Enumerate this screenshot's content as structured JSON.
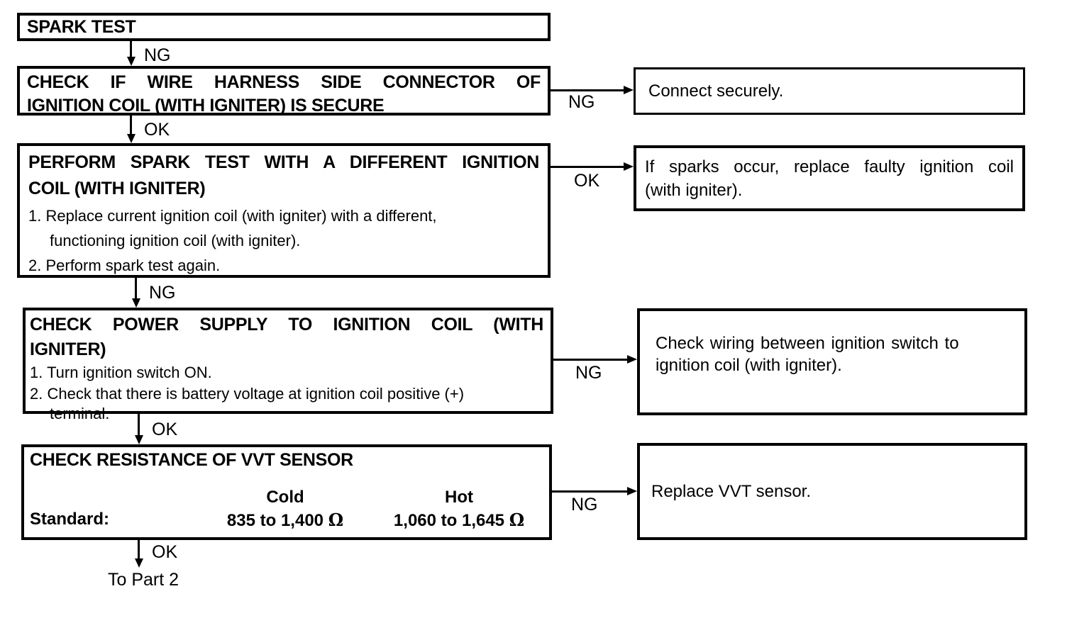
{
  "colors": {
    "line": "#000000",
    "background": "#ffffff",
    "text": "#000000"
  },
  "flowchart": {
    "nodes": {
      "spark_test": {
        "title": "SPARK TEST"
      },
      "check_connector": {
        "title1": "CHECK IF WIRE HARNESS SIDE CONNECTOR OF",
        "title2": "IGNITION COIL (WITH IGNITER) IS SECURE"
      },
      "connect_securely": {
        "text": "Connect securely."
      },
      "perform_spark_test": {
        "title1": "PERFORM SPARK TEST WITH A DIFFERENT IGNITION",
        "title2": "COIL (WITH IGNITER)",
        "step1a": "1. Replace current ignition coil (with igniter) with a different,",
        "step1b": "functioning ignition coil (with igniter).",
        "step2": "2. Perform spark test again."
      },
      "replace_faulty_coil": {
        "line1": "If sparks occur, replace faulty ignition coil",
        "line2": "(with igniter)."
      },
      "check_power_supply": {
        "title1": "CHECK POWER SUPPLY TO IGNITION COIL (WITH",
        "title2": "IGNITER)",
        "step1": "1. Turn ignition switch ON.",
        "step2a": "2. Check that there is battery voltage at ignition coil positive (+)",
        "step2b": "terminal."
      },
      "check_wiring": {
        "line1": "Check wiring between ignition switch to",
        "line2": "ignition coil (with igniter)."
      },
      "check_vvt": {
        "title": "CHECK RESISTANCE OF VVT SENSOR",
        "standard_label": "Standard:",
        "col_cold": "Cold",
        "col_hot": "Hot",
        "cold_value": "835 to 1,400",
        "hot_value": "1,060 to 1,645",
        "ohm_symbol": "Ω"
      },
      "replace_vvt": {
        "text": "Replace VVT sensor."
      },
      "to_part_2": {
        "text": "To Part 2"
      }
    },
    "edges": {
      "spark_to_connector": "NG",
      "connector_to_connect": "NG",
      "connector_to_perform": "OK",
      "perform_to_replace_coil": "OK",
      "perform_to_power": "NG",
      "power_to_wiring": "NG",
      "power_to_vvt": "OK",
      "vvt_to_replace": "NG",
      "vvt_to_part2": "OK"
    }
  }
}
